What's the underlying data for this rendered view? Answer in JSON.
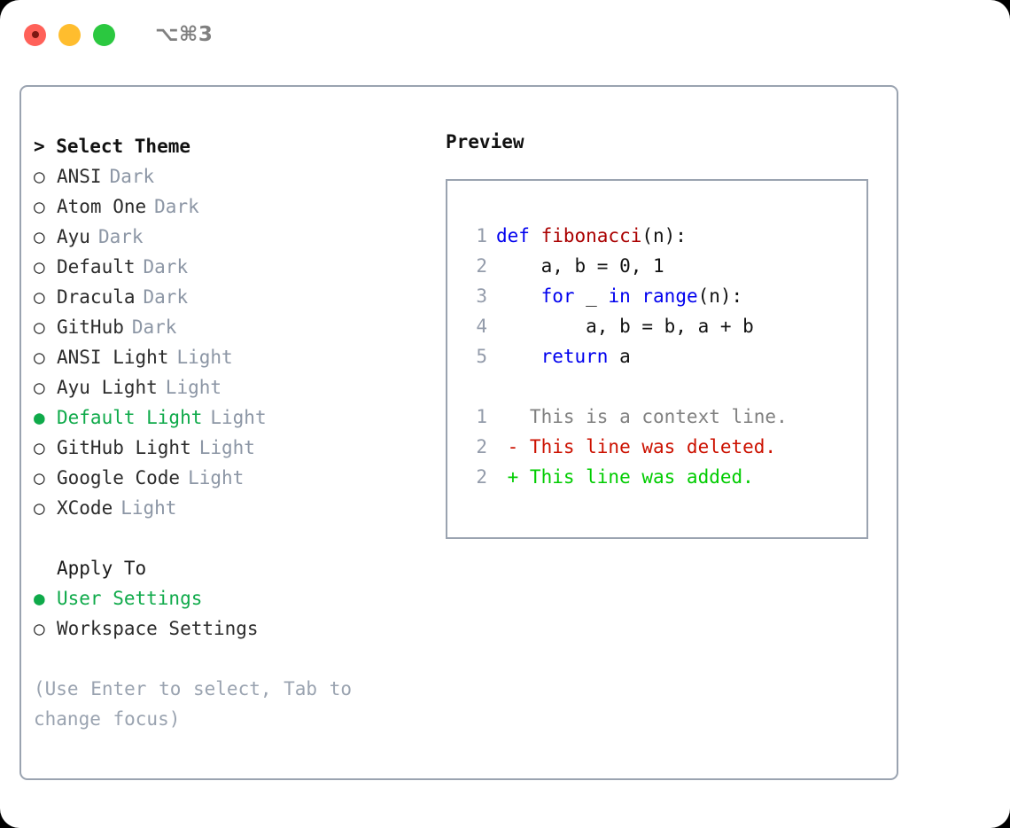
{
  "window": {
    "title": "⌥⌘3",
    "traffic_lights": [
      "close",
      "minimize",
      "maximize"
    ],
    "colors": {
      "close": "#ff6159",
      "minimize": "#ffbd2e",
      "maximize": "#2bc840",
      "panel_border": "#9aa3b0",
      "selected_green": "#0faa4a",
      "muted_gray": "#8c96a5",
      "keyword_blue": "#0000ee",
      "function_red": "#aa0000",
      "diff_delete_red": "#cc1100",
      "diff_add_green": "#00cc00"
    }
  },
  "theme_section": {
    "heading": "> Select Theme",
    "marker_unselected": "○",
    "marker_selected": "●",
    "items": [
      {
        "name": "ANSI",
        "kind": "Dark",
        "selected": false
      },
      {
        "name": "Atom One",
        "kind": "Dark",
        "selected": false
      },
      {
        "name": "Ayu",
        "kind": "Dark",
        "selected": false
      },
      {
        "name": "Default",
        "kind": "Dark",
        "selected": false
      },
      {
        "name": "Dracula",
        "kind": "Dark",
        "selected": false
      },
      {
        "name": "GitHub",
        "kind": "Dark",
        "selected": false
      },
      {
        "name": "ANSI Light",
        "kind": "Light",
        "selected": false
      },
      {
        "name": "Ayu Light",
        "kind": "Light",
        "selected": false
      },
      {
        "name": "Default Light",
        "kind": "Light",
        "selected": true
      },
      {
        "name": "GitHub Light",
        "kind": "Light",
        "selected": false
      },
      {
        "name": "Google Code",
        "kind": "Light",
        "selected": false
      },
      {
        "name": "XCode",
        "kind": "Light",
        "selected": false
      }
    ]
  },
  "apply_section": {
    "heading": "Apply To",
    "items": [
      {
        "name": "User Settings",
        "selected": true
      },
      {
        "name": "Workspace Settings",
        "selected": false
      }
    ]
  },
  "hint": "(Use Enter to select, Tab to change focus)",
  "preview": {
    "label": "Preview",
    "code_lines": [
      {
        "lineno": "1",
        "tokens": [
          {
            "text": "def ",
            "type": "keyword"
          },
          {
            "text": "fibonacci",
            "type": "function"
          },
          {
            "text": "(n):",
            "type": "plain"
          }
        ]
      },
      {
        "lineno": "2",
        "tokens": [
          {
            "text": "    a, b = 0, 1",
            "type": "plain"
          }
        ]
      },
      {
        "lineno": "3",
        "tokens": [
          {
            "text": "    ",
            "type": "plain"
          },
          {
            "text": "for",
            "type": "keyword"
          },
          {
            "text": " _ ",
            "type": "plain"
          },
          {
            "text": "in ",
            "type": "keyword"
          },
          {
            "text": "range",
            "type": "keyword"
          },
          {
            "text": "(n):",
            "type": "plain"
          }
        ]
      },
      {
        "lineno": "4",
        "tokens": [
          {
            "text": "        a, b = b, a + b",
            "type": "plain"
          }
        ]
      },
      {
        "lineno": "5",
        "tokens": [
          {
            "text": "    ",
            "type": "plain"
          },
          {
            "text": "return",
            "type": "keyword"
          },
          {
            "text": " a",
            "type": "plain"
          }
        ]
      }
    ],
    "diff_lines": [
      {
        "lineno": "1",
        "sign": " ",
        "text": "This is a context line.",
        "type": "context"
      },
      {
        "lineno": "2",
        "sign": "-",
        "text": "This line was deleted.",
        "type": "delete"
      },
      {
        "lineno": "2",
        "sign": "+",
        "text": "This line was added.",
        "type": "add"
      }
    ]
  }
}
